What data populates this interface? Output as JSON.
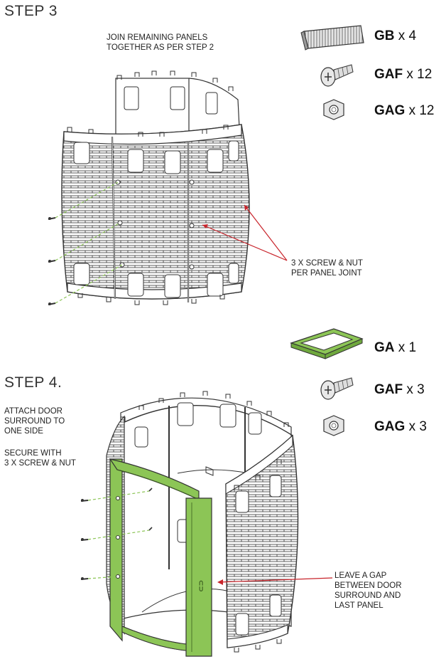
{
  "step3": {
    "title": "STEP 3",
    "instruction": "JOIN REMAINING PANELS\nTOGETHER AS PER STEP 2",
    "callout": "3 x SCREW & NUT\nPER PANEL JOINT",
    "parts": [
      {
        "code": "GB",
        "qty": "x 4",
        "icon": "panel-clip-icon"
      },
      {
        "code": "GAF",
        "qty": "x 12",
        "icon": "screw-icon"
      },
      {
        "code": "GAG",
        "qty": "x 12",
        "icon": "nut-icon"
      }
    ]
  },
  "step4": {
    "title": "STEP 4.",
    "instruction": "ATTACH DOOR\nSURROUND TO\nONE SIDE",
    "secure": "SECURE WITH\n 3 X SCREW & NUT",
    "callout": "LEAVE A GAP\nBETWEEN DOOR\nSURROUND AND\nLAST PANEL",
    "parts": [
      {
        "code": "GA",
        "qty": "x 1",
        "icon": "door-surround-icon"
      },
      {
        "code": "GAF",
        "qty": "x 3",
        "icon": "screw-icon"
      },
      {
        "code": "GAG",
        "qty": "x 3",
        "icon": "nut-icon"
      }
    ]
  },
  "colors": {
    "accent_green": "#8cc556",
    "callout_red": "#c8242b",
    "line_gray": "#333333"
  }
}
